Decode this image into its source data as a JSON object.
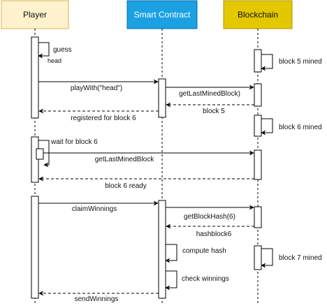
{
  "participants": {
    "player": {
      "label": "Player",
      "fill": "#FFF2CC",
      "stroke": "#D6B656",
      "text_color": "#111111"
    },
    "contract": {
      "label": "Smart Contract",
      "fill": "#1BA1E2",
      "stroke": "#006EAF",
      "text_color": "#FFFFFF"
    },
    "blockchain": {
      "label": "Blockchain",
      "fill": "#E3C800",
      "stroke": "#B09500",
      "text_color": "#111111"
    }
  },
  "messages": {
    "guess": "guess",
    "head": "head",
    "block5_mined": "block 5 mined",
    "play_with": "playWith(\"head\")",
    "get_last_mined_1": "getLastMinedBlock)",
    "block5": "block 5",
    "registered": "registered for block 6",
    "block6_mined": "block 6 mined",
    "wait": "wait for block 6",
    "get_last_mined_2": "getLastMinedBlock",
    "block6_ready": "block 6 ready",
    "claim": "claimWinnings",
    "get_block_hash": "getBlockHash(6)",
    "hashblock6": "hashblock6",
    "compute_hash": "compute hash",
    "block7_mined": "block 7 mined",
    "check_winnings": "check winnings",
    "send_winnings": "sendWinnings"
  }
}
